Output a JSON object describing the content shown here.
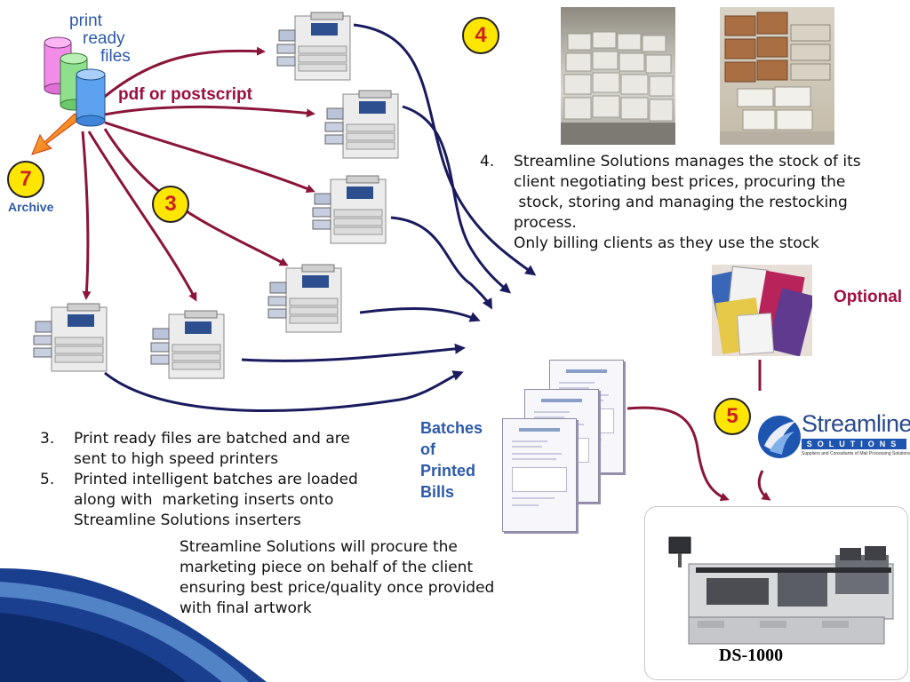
{
  "title_stack": {
    "line1": "print",
    "line2": "ready",
    "line3": "files"
  },
  "format_label": "pdf or postscript",
  "badges": {
    "b3": "3",
    "b4": "4",
    "b5": "5",
    "b7": "7"
  },
  "archive_label": "Archive",
  "step4": {
    "number": "4.",
    "lines": [
      "Streamline Solutions manages the stock of its",
      "client negotiating best prices, procuring the",
      " stock, storing and managing the restocking",
      "process.",
      "Only billing clients as they use the stock"
    ]
  },
  "optional_label": "Optional",
  "batches_label": {
    "l1": "Batches",
    "l2": "of",
    "l3": "Printed",
    "l4": "Bills"
  },
  "list": [
    {
      "num": "3.",
      "lines": [
        "Print ready files are batched and are",
        "sent to high speed printers"
      ]
    },
    {
      "num": "5.",
      "lines": [
        "Printed intelligent batches are loaded",
        "along with  marketing inserts onto",
        "Streamline Solutions inserters"
      ]
    }
  ],
  "procure_note": [
    "Streamline Solutions will procure the",
    "marketing piece on behalf of the client",
    "ensuring best price/quality once provided",
    "with final artwork"
  ],
  "logo": {
    "name": "Streamline",
    "sub": "SOLUTIONS",
    "tagline": "Suppliers and Consultants of Mail Processing Solutions"
  },
  "inserter_label": "DS-1000",
  "colors": {
    "arrow_red": "#8a1538",
    "arrow_navy": "#1a1a5e",
    "badge_fill": "#ffe600",
    "badge_text": "#cc2222",
    "label_blue": "#2d5aa8",
    "optional_red": "#a01040"
  },
  "icons": {
    "database": "cylinder-icon",
    "printer": "printer-icon",
    "archive": "orange-arrow-icon"
  }
}
